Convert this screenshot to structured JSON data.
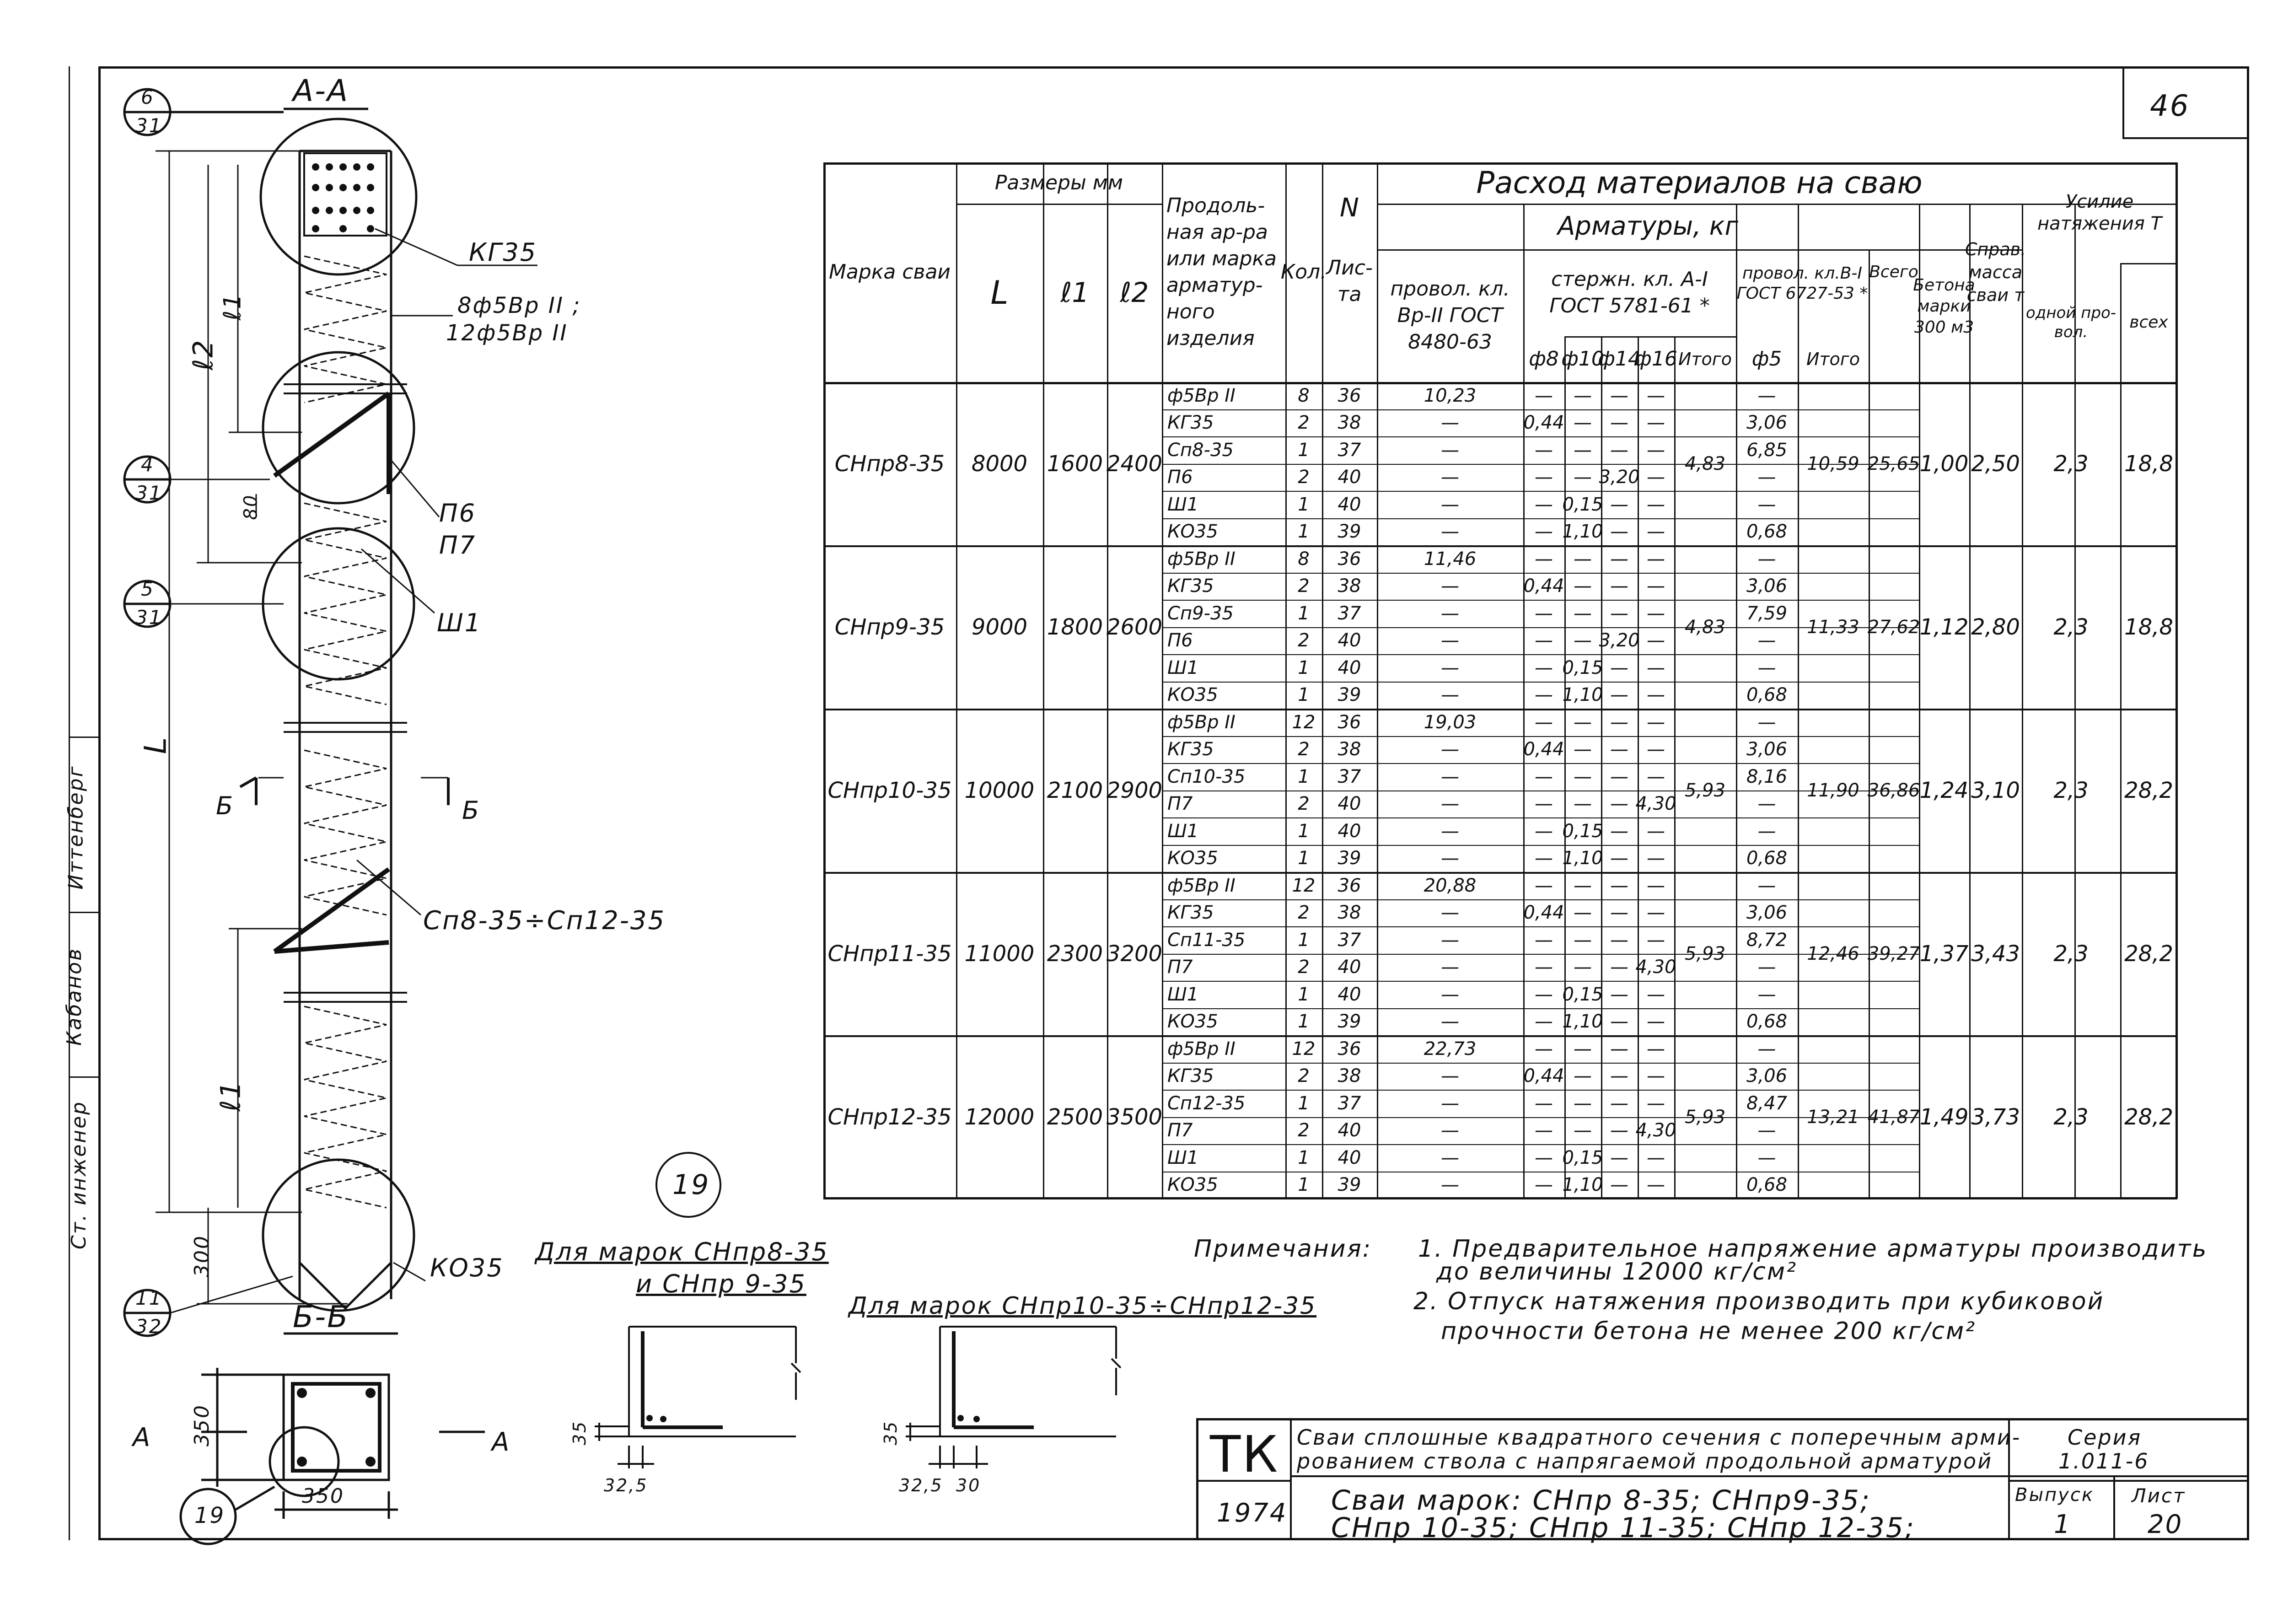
{
  "sheet_number": "46",
  "section_aa": "А-А",
  "section_bb": "Б-Б",
  "bb_markers": [
    "Б",
    "Б"
  ],
  "aa_markers": [
    "А",
    "А"
  ],
  "callouts": [
    {
      "num": "6",
      "den": "31"
    },
    {
      "num": "4",
      "den": "31"
    },
    {
      "num": "5",
      "den": "31"
    },
    {
      "num": "11",
      "den": "32"
    }
  ],
  "detail_number": "19",
  "drawing_labels": {
    "kg35": "КГ35",
    "rebar_line1": "8ф5Вр II ;",
    "rebar_line2": "12ф5Вр II",
    "p6": "П6",
    "p7": "П7",
    "sh1": "Ш1",
    "sp_range": "Сп8-35÷Сп12-35",
    "ko35": "КО35",
    "dim_l2": "ℓ2",
    "dim_l1_top": "ℓ1",
    "dim_l1": "ℓ1",
    "dim_L": "L",
    "dim_80": "80",
    "dim_300": "300",
    "dim_350_h": "350",
    "dim_350_v": "350"
  },
  "side_stamp": [
    "Ст. инженер",
    "Кабанов",
    "Иттенберг"
  ],
  "details": {
    "left_title_1": "Для марок СНпр8-35",
    "left_title_2": "и СНпр 9-35",
    "right_title": "Для марок СНпр10-35÷СНпр12-35",
    "dim_35_left": "35",
    "dim_325_left": "32,5",
    "dim_35_right": "35",
    "dim_325_right": "32,5",
    "dim_30_right": "30"
  },
  "table": {
    "h_marka": "Марка сваи",
    "h_sizes": "Размеры мм",
    "h_L": "L",
    "h_l1": "ℓ1",
    "h_l2": "ℓ2",
    "h_prod": "Продоль-ная ар-ра или марка арматур-ного изделия",
    "h_kol": "Кол.",
    "h_n": "N",
    "h_list": "Лис-та",
    "h_rashod": "Расход материалов на сваю",
    "h_armatury": "Арматуры, кг",
    "h_provol_bp2": "провол. кл. Вр-II ГОСТ 8480-63",
    "h_sterzh": "стержн. кл. А-I ГОСТ 5781-61 *",
    "h_d8": "ф8",
    "h_d10": "ф10",
    "h_d14": "ф14",
    "h_d16": "ф16",
    "h_itogo1": "Итого",
    "h_provol_b1": "провол. кл.В-I ГОСТ 6727-53 *",
    "h_d5": "ф5",
    "h_itogo2": "Итого",
    "h_vsego": "Всего",
    "h_beton": "Бетона марки 300 м3",
    "h_massa": "Справ. масса сваи т",
    "h_usilie": "Усилие натяжения Т",
    "h_odnoy": "одной про-вол.",
    "h_vseh": "всех"
  },
  "piles": [
    {
      "marka": "СНпр8-35",
      "L": "8000",
      "l1": "1600",
      "l2": "2400",
      "itogo1": "4,83",
      "itogo2": "10,59",
      "vsego": "25,65",
      "beton": "1,00",
      "massa": "2,50",
      "odnoy": "2,3",
      "vseh": "18,8",
      "rows": [
        {
          "item": "ф5Вр II",
          "kol": "8",
          "list": "36",
          "bp2": "10,23",
          "d8": "—",
          "d10": "—",
          "d14": "—",
          "d16": "—",
          "d5": "—"
        },
        {
          "item": "КГ35",
          "kol": "2",
          "list": "38",
          "bp2": "—",
          "d8": "0,44",
          "d10": "—",
          "d14": "—",
          "d16": "—",
          "d5": "3,06"
        },
        {
          "item": "Сп8-35",
          "kol": "1",
          "list": "37",
          "bp2": "—",
          "d8": "—",
          "d10": "—",
          "d14": "—",
          "d16": "—",
          "d5": "6,85"
        },
        {
          "item": "П6",
          "kol": "2",
          "list": "40",
          "bp2": "—",
          "d8": "—",
          "d10": "—",
          "d14": "3,20",
          "d16": "—",
          "d5": "—"
        },
        {
          "item": "Ш1",
          "kol": "1",
          "list": "40",
          "bp2": "—",
          "d8": "—",
          "d10": "0,15",
          "d14": "—",
          "d16": "—",
          "d5": "—"
        },
        {
          "item": "КО35",
          "kol": "1",
          "list": "39",
          "bp2": "—",
          "d8": "—",
          "d10": "1,10",
          "d14": "—",
          "d16": "—",
          "d5": "0,68"
        }
      ]
    },
    {
      "marka": "СНпр9-35",
      "L": "9000",
      "l1": "1800",
      "l2": "2600",
      "itogo1": "4,83",
      "itogo2": "11,33",
      "vsego": "27,62",
      "beton": "1,12",
      "massa": "2,80",
      "odnoy": "2,3",
      "vseh": "18,8",
      "rows": [
        {
          "item": "ф5Вр II",
          "kol": "8",
          "list": "36",
          "bp2": "11,46",
          "d8": "—",
          "d10": "—",
          "d14": "—",
          "d16": "—",
          "d5": "—"
        },
        {
          "item": "КГ35",
          "kol": "2",
          "list": "38",
          "bp2": "—",
          "d8": "0,44",
          "d10": "—",
          "d14": "—",
          "d16": "—",
          "d5": "3,06"
        },
        {
          "item": "Сп9-35",
          "kol": "1",
          "list": "37",
          "bp2": "—",
          "d8": "—",
          "d10": "—",
          "d14": "—",
          "d16": "—",
          "d5": "7,59"
        },
        {
          "item": "П6",
          "kol": "2",
          "list": "40",
          "bp2": "—",
          "d8": "—",
          "d10": "—",
          "d14": "3,20",
          "d16": "—",
          "d5": "—"
        },
        {
          "item": "Ш1",
          "kol": "1",
          "list": "40",
          "bp2": "—",
          "d8": "—",
          "d10": "0,15",
          "d14": "—",
          "d16": "—",
          "d5": "—"
        },
        {
          "item": "КО35",
          "kol": "1",
          "list": "39",
          "bp2": "—",
          "d8": "—",
          "d10": "1,10",
          "d14": "—",
          "d16": "—",
          "d5": "0,68"
        }
      ]
    },
    {
      "marka": "СНпр10-35",
      "L": "10000",
      "l1": "2100",
      "l2": "2900",
      "itogo1": "5,93",
      "itogo2": "11,90",
      "vsego": "36,86",
      "beton": "1,24",
      "massa": "3,10",
      "odnoy": "2,3",
      "vseh": "28,2",
      "rows": [
        {
          "item": "ф5Вр II",
          "kol": "12",
          "list": "36",
          "bp2": "19,03",
          "d8": "—",
          "d10": "—",
          "d14": "—",
          "d16": "—",
          "d5": "—"
        },
        {
          "item": "КГ35",
          "kol": "2",
          "list": "38",
          "bp2": "—",
          "d8": "0,44",
          "d10": "—",
          "d14": "—",
          "d16": "—",
          "d5": "3,06"
        },
        {
          "item": "Сп10-35",
          "kol": "1",
          "list": "37",
          "bp2": "—",
          "d8": "—",
          "d10": "—",
          "d14": "—",
          "d16": "—",
          "d5": "8,16"
        },
        {
          "item": "П7",
          "kol": "2",
          "list": "40",
          "bp2": "—",
          "d8": "—",
          "d10": "—",
          "d14": "—",
          "d16": "4,30",
          "d5": "—"
        },
        {
          "item": "Ш1",
          "kol": "1",
          "list": "40",
          "bp2": "—",
          "d8": "—",
          "d10": "0,15",
          "d14": "—",
          "d16": "—",
          "d5": "—"
        },
        {
          "item": "КО35",
          "kol": "1",
          "list": "39",
          "bp2": "—",
          "d8": "—",
          "d10": "1,10",
          "d14": "—",
          "d16": "—",
          "d5": "0,68"
        }
      ]
    },
    {
      "marka": "СНпр11-35",
      "L": "11000",
      "l1": "2300",
      "l2": "3200",
      "itogo1": "5,93",
      "itogo2": "12,46",
      "vsego": "39,27",
      "beton": "1,37",
      "massa": "3,43",
      "odnoy": "2,3",
      "vseh": "28,2",
      "rows": [
        {
          "item": "ф5Вр II",
          "kol": "12",
          "list": "36",
          "bp2": "20,88",
          "d8": "—",
          "d10": "—",
          "d14": "—",
          "d16": "—",
          "d5": "—"
        },
        {
          "item": "КГ35",
          "kol": "2",
          "list": "38",
          "bp2": "—",
          "d8": "0,44",
          "d10": "—",
          "d14": "—",
          "d16": "—",
          "d5": "3,06"
        },
        {
          "item": "Сп11-35",
          "kol": "1",
          "list": "37",
          "bp2": "—",
          "d8": "—",
          "d10": "—",
          "d14": "—",
          "d16": "—",
          "d5": "8,72"
        },
        {
          "item": "П7",
          "kol": "2",
          "list": "40",
          "bp2": "—",
          "d8": "—",
          "d10": "—",
          "d14": "—",
          "d16": "4,30",
          "d5": "—"
        },
        {
          "item": "Ш1",
          "kol": "1",
          "list": "40",
          "bp2": "—",
          "d8": "—",
          "d10": "0,15",
          "d14": "—",
          "d16": "—",
          "d5": "—"
        },
        {
          "item": "КО35",
          "kol": "1",
          "list": "39",
          "bp2": "—",
          "d8": "—",
          "d10": "1,10",
          "d14": "—",
          "d16": "—",
          "d5": "0,68"
        }
      ]
    },
    {
      "marka": "СНпр12-35",
      "L": "12000",
      "l1": "2500",
      "l2": "3500",
      "itogo1": "5,93",
      "itogo2": "13,21",
      "vsego": "41,87",
      "beton": "1,49",
      "massa": "3,73",
      "odnoy": "2,3",
      "vseh": "28,2",
      "rows": [
        {
          "item": "ф5Вр II",
          "kol": "12",
          "list": "36",
          "bp2": "22,73",
          "d8": "—",
          "d10": "—",
          "d14": "—",
          "d16": "—",
          "d5": "—"
        },
        {
          "item": "КГ35",
          "kol": "2",
          "list": "38",
          "bp2": "—",
          "d8": "0,44",
          "d10": "—",
          "d14": "—",
          "d16": "—",
          "d5": "3,06"
        },
        {
          "item": "Сп12-35",
          "kol": "1",
          "list": "37",
          "bp2": "—",
          "d8": "—",
          "d10": "—",
          "d14": "—",
          "d16": "—",
          "d5": "8,47"
        },
        {
          "item": "П7",
          "kol": "2",
          "list": "40",
          "bp2": "—",
          "d8": "—",
          "d10": "—",
          "d14": "—",
          "d16": "4,30",
          "d5": "—"
        },
        {
          "item": "Ш1",
          "kol": "1",
          "list": "40",
          "bp2": "—",
          "d8": "—",
          "d10": "0,15",
          "d14": "—",
          "d16": "—",
          "d5": "—"
        },
        {
          "item": "КО35",
          "kol": "1",
          "list": "39",
          "bp2": "—",
          "d8": "—",
          "d10": "1,10",
          "d14": "—",
          "d16": "—",
          "d5": "0,68"
        }
      ]
    }
  ],
  "notes": {
    "heading": "Примечания:",
    "n1_a": "1. Предварительное напряжение арматуры производить",
    "n1_b": "до величины 12000 кг/см²",
    "n2_a": "2. Отпуск натяжения производить при кубиковой",
    "n2_b": "прочности бетона не менее 200 кг/см²"
  },
  "title_block": {
    "org": "ТК",
    "year": "1974",
    "desc_1": "Сваи сплошные квадратного сечения с поперечным арми-",
    "desc_2": "рованием ствола с напрягаемой продольной арматурой",
    "name_1": "Сваи марок: СНпр 8-35;  СНпр9-35;",
    "name_2": "СНпр 10-35; СНпр 11-35; СНпр 12-35;",
    "seria_label": "Серия",
    "seria": "1.011-6",
    "vypusk_label": "Выпуск",
    "vypusk": "1",
    "list_label": "Лист",
    "list": "20"
  }
}
